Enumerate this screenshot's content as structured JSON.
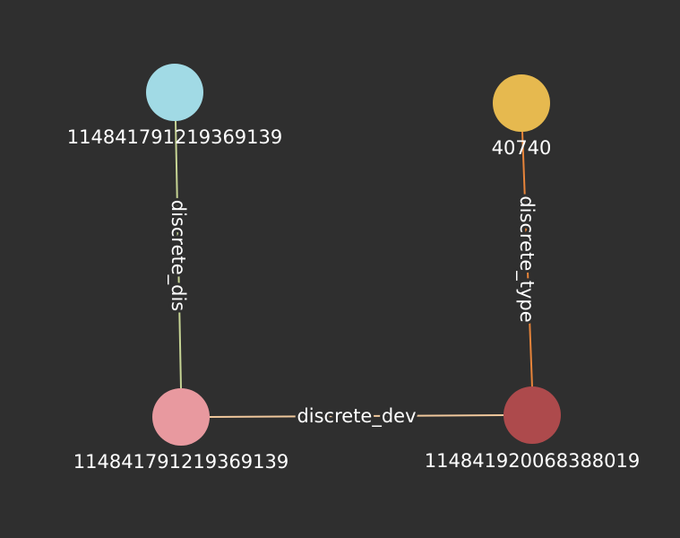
{
  "graph": {
    "background": "#2f2f2f",
    "text_color": "#ffffff",
    "nodes": [
      {
        "id": "n1",
        "label": "114841791219369139",
        "color": "#a1dae5"
      },
      {
        "id": "n2",
        "label": "40740",
        "color": "#e6b94f"
      },
      {
        "id": "n3",
        "label": "114841791219369139",
        "color": "#e8999f"
      },
      {
        "id": "n4",
        "label": "114841920068388019",
        "color": "#ad4a4c"
      }
    ],
    "edges": [
      {
        "source": "n1",
        "target": "n3",
        "label": "discrete_dis",
        "color": "#c6d494"
      },
      {
        "source": "n2",
        "target": "n4",
        "label": "discrete_type",
        "color": "#e7843a"
      },
      {
        "source": "n3",
        "target": "n4",
        "label": "discrete_dev",
        "color": "#f0c89c"
      }
    ]
  }
}
